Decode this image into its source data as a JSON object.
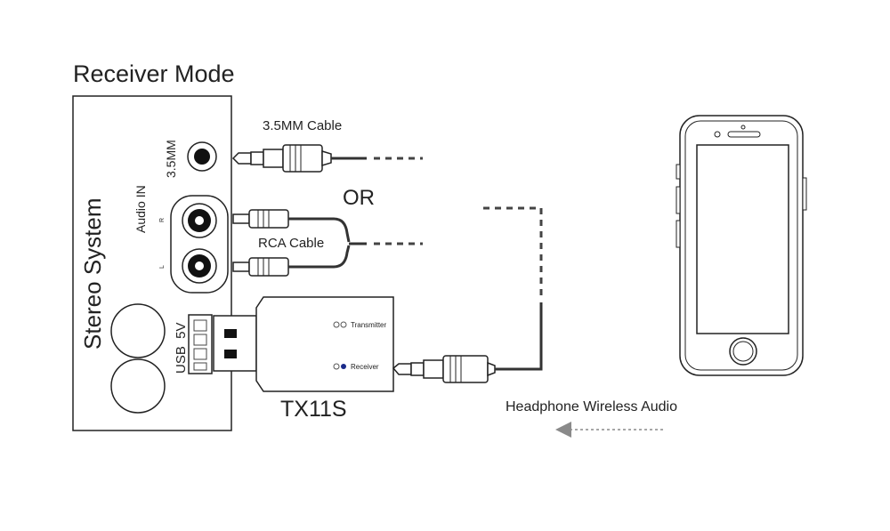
{
  "title": "Receiver Mode",
  "stereo": {
    "name": "Stereo System",
    "jack_label": "3.5MM",
    "audio_in_label": "Audio IN",
    "r_label": "R",
    "l_label": "L",
    "usb_label": "USB  5V"
  },
  "cables": {
    "mm_cable_label": "3.5MM Cable",
    "or_label": "OR",
    "rca_cable_label": "RCA Cable"
  },
  "device": {
    "name": "TX11S",
    "transmitter_label": "Transmitter",
    "receiver_label": "Receiver"
  },
  "wireless": {
    "label": "Headphone Wireless Audio"
  },
  "colors": {
    "line": "#222222",
    "receiver_led": "#1a2a8a",
    "arrow": "#8a8a8a"
  }
}
